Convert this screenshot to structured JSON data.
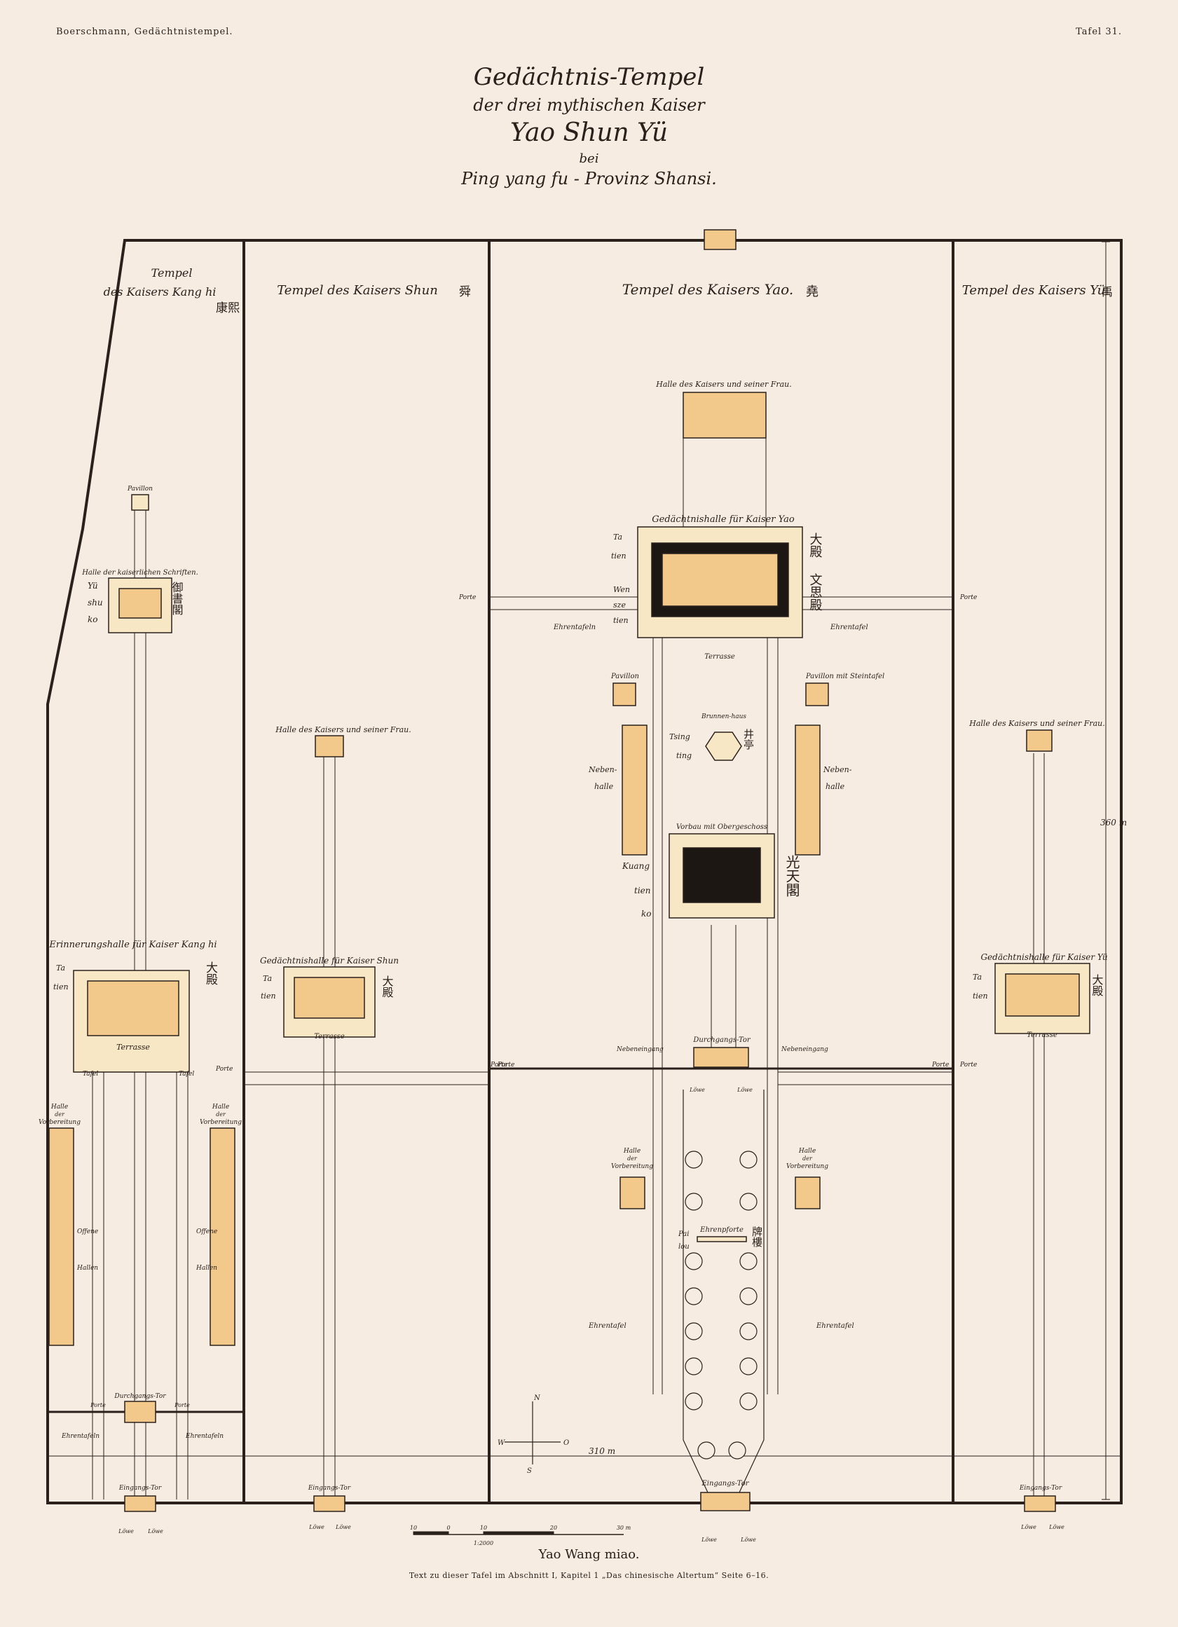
{
  "header": {
    "left": "Boerschmann, Gedächtnistempel.",
    "right": "Tafel 31."
  },
  "title": {
    "line1": "Gedächtnis-Tempel",
    "line2": "der drei mythischen Kaiser",
    "line3": "Yao Shun Yü",
    "line4": "bei",
    "line5": "Ping yang fu - Provinz Shansi."
  },
  "sections": {
    "kanghi": {
      "title1": "Tempel",
      "title2": "des Kaisers Kang hi",
      "han": "康熙"
    },
    "shun": {
      "title": "Tempel des Kaisers Shun",
      "han": "舜"
    },
    "yao": {
      "title": "Tempel des Kaisers Yao.",
      "han": "堯"
    },
    "yu": {
      "title": "Tempel des Kaisers Yü",
      "han": "禹"
    }
  },
  "labels": {
    "pavillon": "Pavillon",
    "halle_schriften": "Halle der kaiserlichen Schriften.",
    "yu_shu_ko": [
      "Yü",
      "shu",
      "ko"
    ],
    "han_yushuko": "御書閣",
    "halle_frau": "Halle des Kaisers und seiner Frau.",
    "gedachtnishalle_yao": "Gedächtnishalle für Kaiser Yao",
    "ta_tien": [
      "Ta",
      "tien"
    ],
    "wen_sze_tien": [
      "Wen",
      "sze",
      "tien"
    ],
    "han_datian": "大殿",
    "han_wensi": "文思殿",
    "porte": "Porte",
    "ehrentafeln": "Ehrentafeln",
    "ehrentafel": "Ehrentafel",
    "terrasse": "Terrasse",
    "pavillon_stein": "Pavillon mit Steintafel",
    "brunnenhaus": "Brunnen-haus",
    "tsing_ting": [
      "Tsing",
      "ting"
    ],
    "han_jingting": "井亭",
    "nebenhalle": [
      "Neben-",
      "halle"
    ],
    "vorbau": "Vorbau mit Obergeschoss",
    "kuang_tien_ko": [
      "Kuang",
      "tien",
      "ko"
    ],
    "han_guangtian": "光天閣",
    "erinnerungshalle": "Erinnerungshalle für Kaiser Kang hi",
    "gedachtnishalle_shun": "Gedächtnishalle für Kaiser Shun",
    "gedachtnishalle_yu": "Gedächtnishalle für Kaiser Yü",
    "tafel": "Tafel",
    "halle_vorbereitung": [
      "Halle",
      "der",
      "Vorbereitung"
    ],
    "offene_hallen": [
      "Offene",
      "Hallen"
    ],
    "nebeneingang": "Nebeneingang",
    "durchgangs_tor": "Durchgangs-Tor",
    "loewe": "Löwe",
    "ehrenpforte": "Ehrenpforte",
    "pai_lou": [
      "Pai",
      "lou"
    ],
    "han_pailou": "牌樓",
    "eingangs_tor": "Eingangs-Tor",
    "dim_360": "360 m",
    "dim_310": "310 m",
    "compass": {
      "n": "N",
      "s": "S",
      "w": "W",
      "o": "O"
    }
  },
  "scale": {
    "ticks": [
      "10",
      "0",
      "10",
      "20",
      "30 m"
    ],
    "ratio": "1:2000"
  },
  "footer": {
    "name": "Yao Wang miao.",
    "text": "Text zu dieser Tafel im Abschnitt I, Kapitel 1 „Das chinesische Altertum“ Seite 6–16."
  },
  "colors": {
    "building": "#f2c98a",
    "platform": "#f7e7c4",
    "ink": "#2a211c",
    "dark": "#1d1713"
  }
}
